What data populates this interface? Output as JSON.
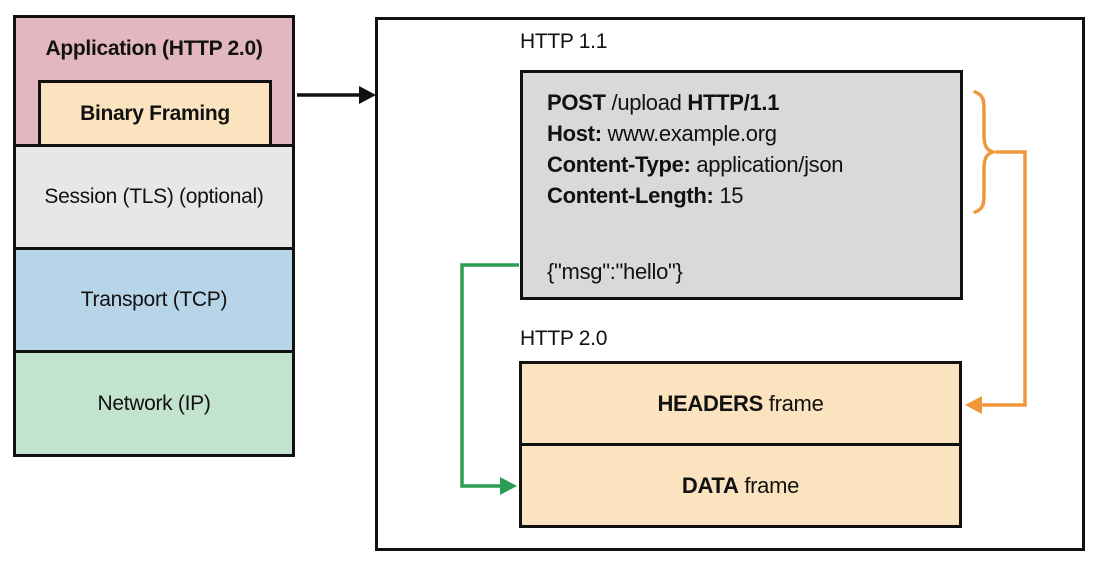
{
  "colors": {
    "pink": "#e3b7c0",
    "peach": "#fbe3bf",
    "layer_gray": "#e7e7e7",
    "blue": "#b7d4e8",
    "layer_green": "#c2e3cd",
    "request_gray": "#d9d9d9",
    "arrow_orange": "#f0973c",
    "arrow_green": "#2a9d52",
    "line_black": "#111111"
  },
  "stack": {
    "application_label": "Application (HTTP 2.0)",
    "binary_framing_label": "Binary Framing",
    "session_label": "Session (TLS) (optional)",
    "transport_label": "Transport (TCP)",
    "network_label": "Network (IP)"
  },
  "http11": {
    "section_label": "HTTP 1.1",
    "request": {
      "method": "POST",
      "path": " /upload ",
      "version": "HTTP/1.1",
      "host_key": "Host:",
      "host_value": " www.example.org",
      "content_type_key": "Content-Type:",
      "content_type_value": " application/json",
      "content_length_key": "Content-Length:",
      "content_length_value": " 15"
    },
    "body": "{\"msg\":\"hello\"}"
  },
  "http2": {
    "section_label": "HTTP 2.0",
    "headers_frame_bold": "HEADERS",
    "headers_frame_rest": " frame",
    "data_frame_bold": "DATA",
    "data_frame_rest": " frame"
  }
}
